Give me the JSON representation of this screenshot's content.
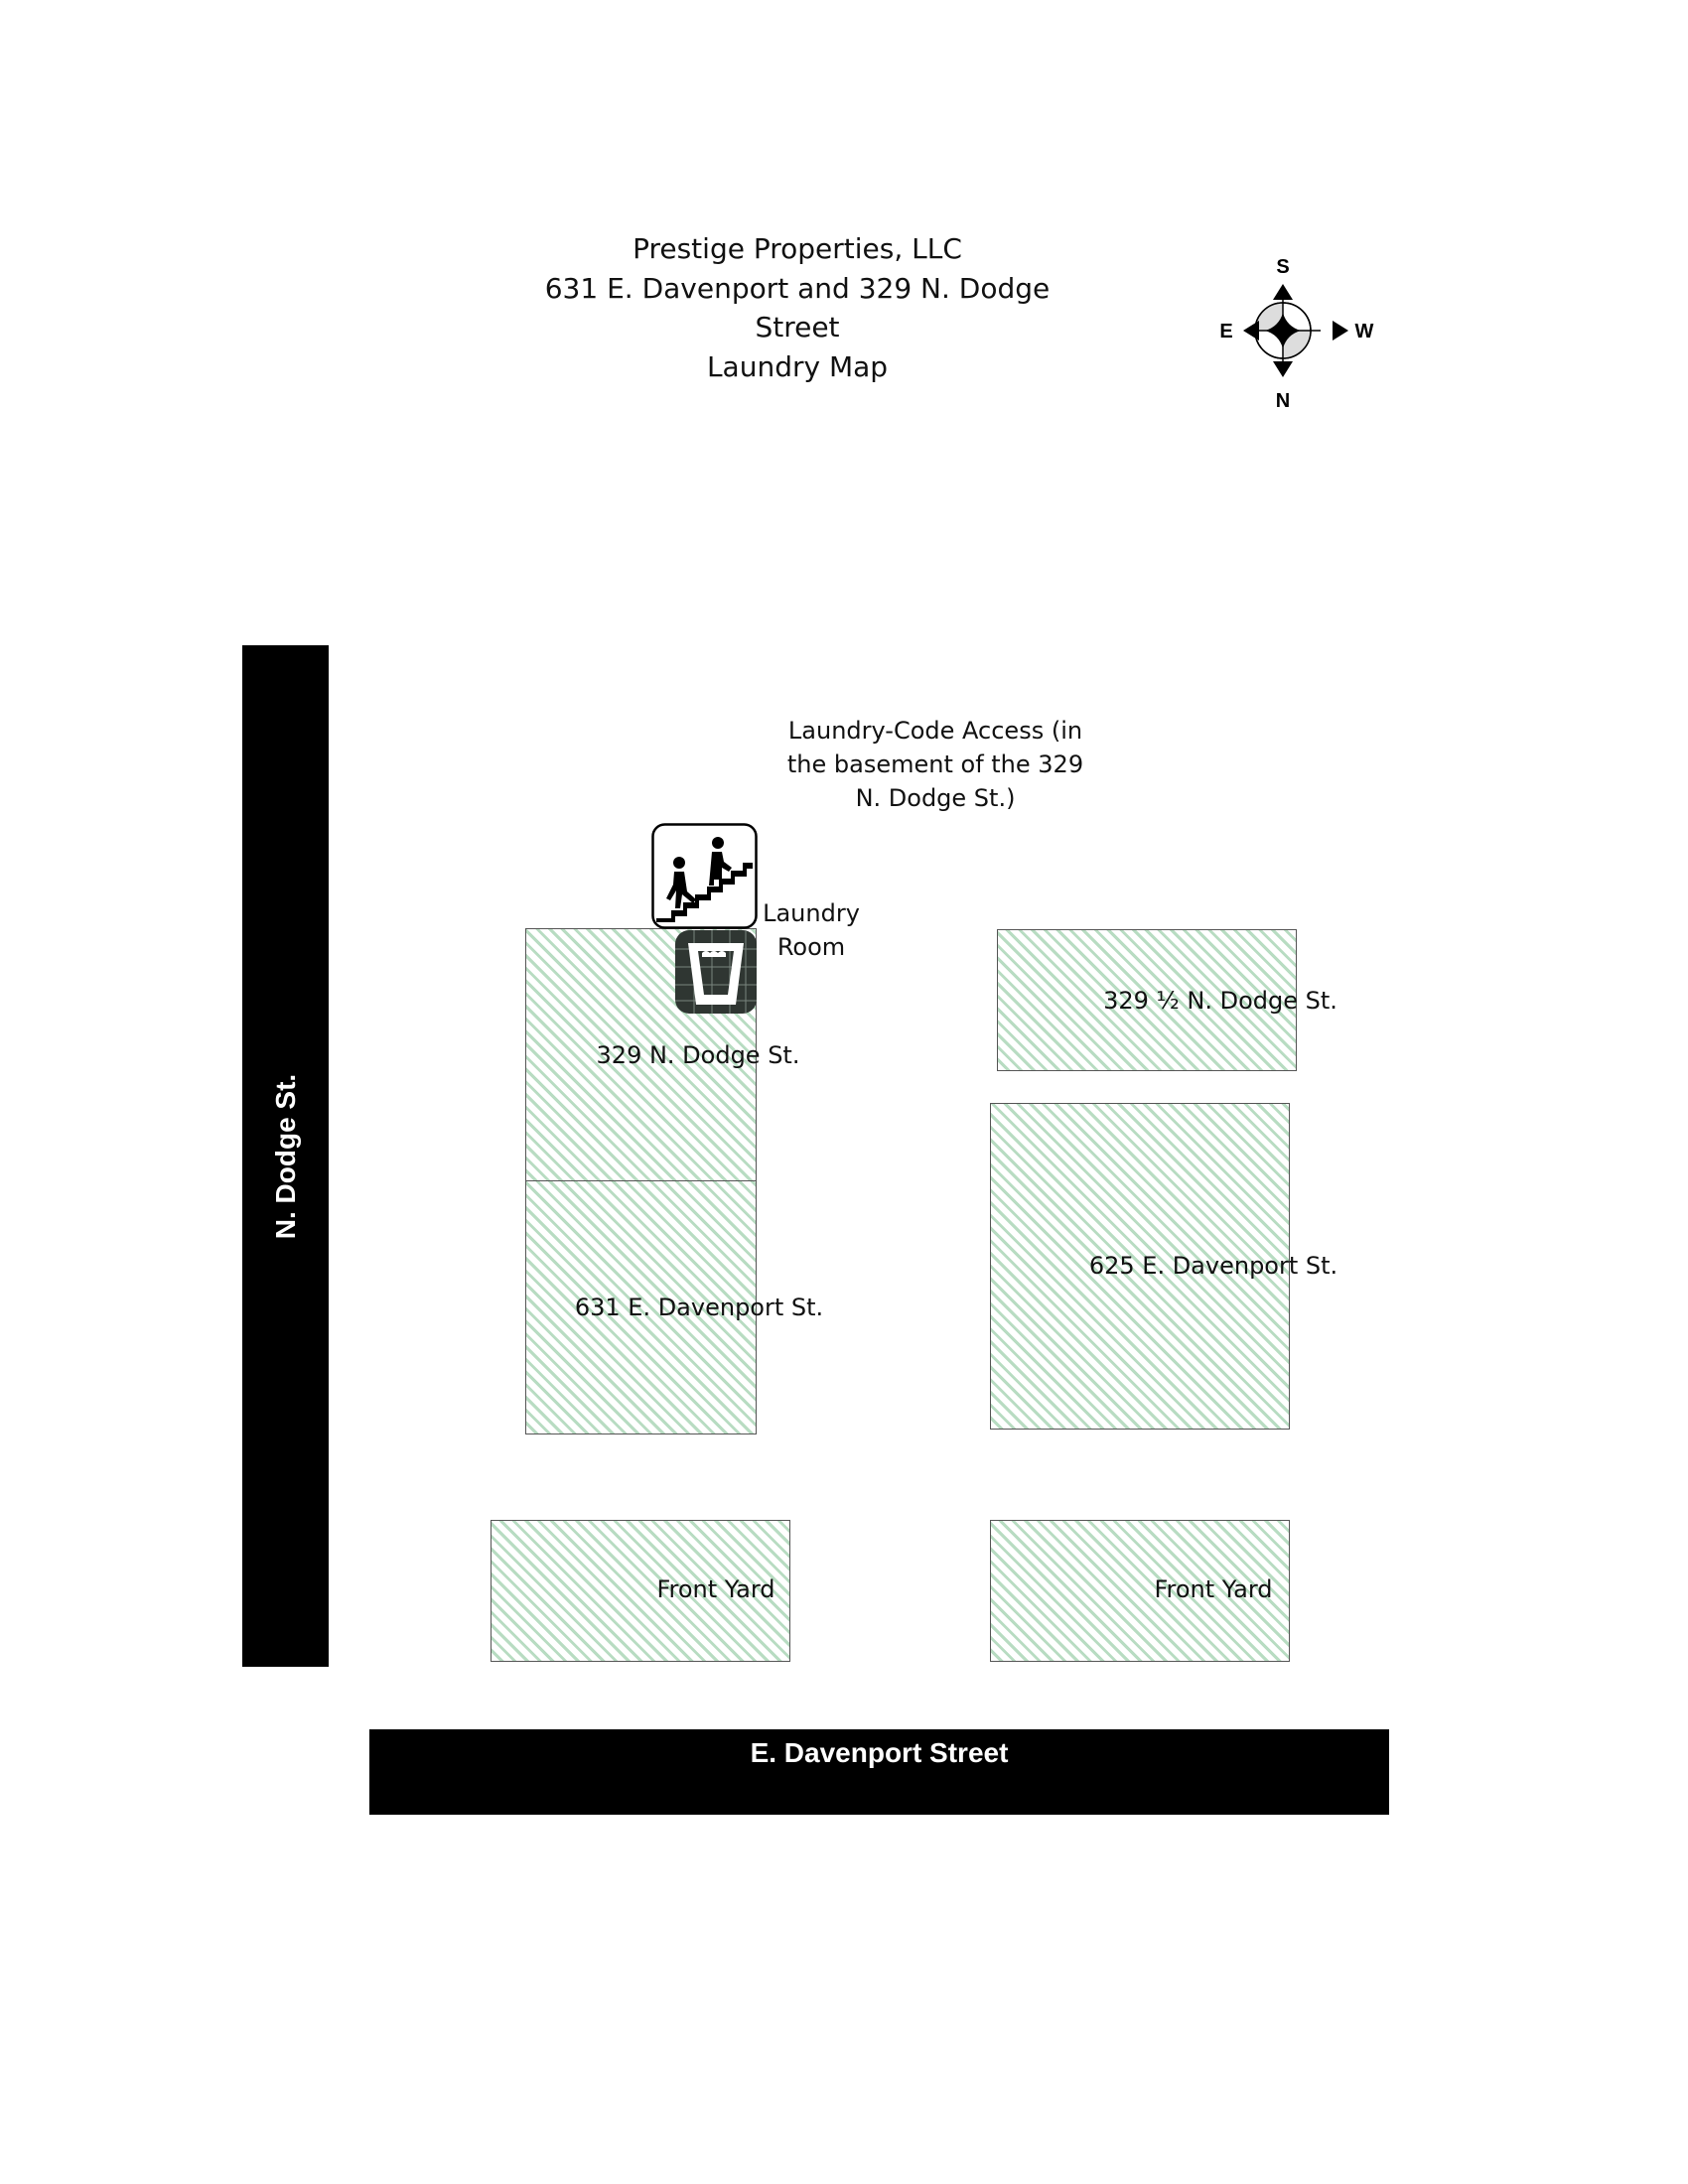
{
  "title": {
    "lines": [
      "Prestige Properties, LLC",
      "631 E. Davenport and 329 N. Dodge",
      "Street",
      "Laundry Map"
    ]
  },
  "compass": {
    "top": "S",
    "left": "E",
    "right": "W",
    "bottom": "N"
  },
  "streets": {
    "vertical": "N. Dodge St.",
    "horizontal": "E. Davenport Street"
  },
  "access_note": {
    "lines": [
      "Laundry-Code Access (in",
      "the basement of the 329",
      "N. Dodge  St.)"
    ]
  },
  "laundry_room": {
    "lines": [
      "Laundry",
      "Room"
    ]
  },
  "buildings": {
    "b329": "329 N. Dodge St.",
    "b631": "631 E. Davenport St.",
    "b329half": "329 ½ N. Dodge St.",
    "b625": "625 E. Davenport St.",
    "yard1": "Front Yard",
    "yard2": "Front Yard"
  },
  "colors": {
    "hatch": "#b8dcc2",
    "laundry_icon": "#2f3632"
  }
}
